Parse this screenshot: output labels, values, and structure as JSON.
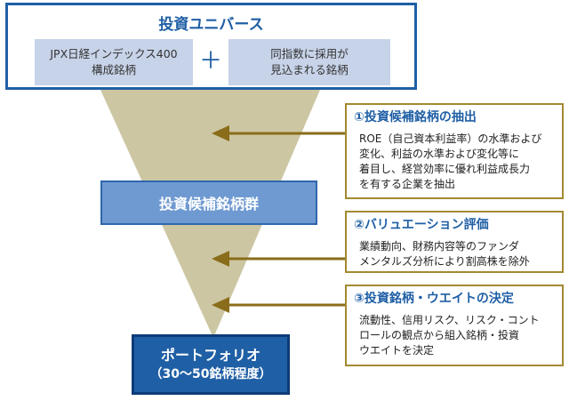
{
  "universe": {
    "title": "投資ユニバース",
    "left_box": "JPX日経インデックス400\n構成銘柄",
    "right_box": "同指数に採用が\n見込まれる銘柄",
    "plus": "＋"
  },
  "candidate": {
    "label": "投資候補銘柄群"
  },
  "portfolio": {
    "title": "ポートフォリオ",
    "subtitle": "（30〜50銘柄程度）"
  },
  "steps": [
    {
      "title": "①投資候補銘柄の抽出",
      "body": "ROE（自己資本利益率）の水準および\n変化、利益の水準および変化等に\n着目し、経営効率に優れ利益成長力\nを有する企業を抽出"
    },
    {
      "title": "②バリュエーション評価",
      "body": "業績動向、財務内容等のファンダ\nメンタルズ分析により割高株を除外"
    },
    {
      "title": "③投資銘柄・ウエイトの決定",
      "body": "流動性、信用リスク、リスク・コント\nロールの観点から組入銘柄・投資\nウエイトを決定"
    }
  ],
  "colors": {
    "accent_blue": "#1f5fa5",
    "funnel": "#ccc6a3",
    "arrow": "#8a6d1a",
    "step_border": "#a38a30"
  }
}
